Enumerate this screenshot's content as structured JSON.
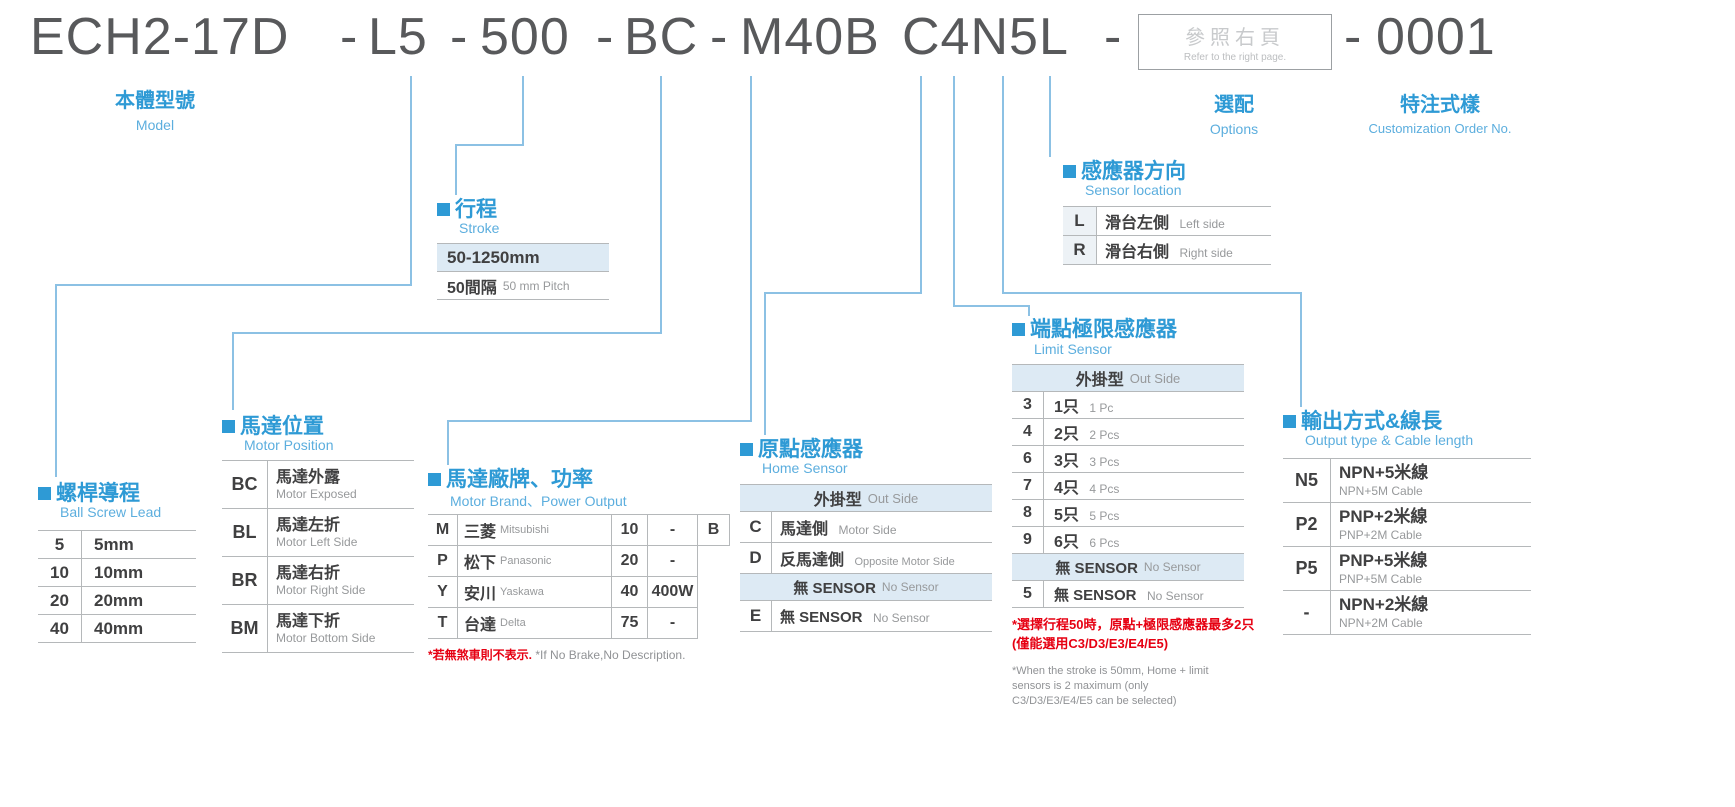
{
  "colors": {
    "accent_blue": "#2e9ad5",
    "connector_blue": "#8cc1e4",
    "header_bg": "#ddeaf4",
    "warning_red": "#e60012",
    "code_text": "#58595b"
  },
  "model_code": {
    "model": "ECH2-17D",
    "separator": "-",
    "lead_code": "L5",
    "stroke_code": "500",
    "motor_position_code": "BC",
    "motor_code": "M40B",
    "sensor_code": "C4N5L",
    "order_no": "0001",
    "options_box": {
      "zh": "參照右頁",
      "en": "Refer to the right page."
    }
  },
  "top_labels": {
    "model": {
      "zh": "本體型號",
      "en": "Model"
    },
    "options": {
      "zh": "選配",
      "en": "Options"
    },
    "custom": {
      "zh": "特注式樣",
      "en": "Customization Order No."
    }
  },
  "sections": {
    "ball_screw_lead": {
      "title_zh": "螺桿導程",
      "title_en": "Ball Screw Lead",
      "rows": [
        {
          "code": "5",
          "label": "5mm"
        },
        {
          "code": "10",
          "label": "10mm"
        },
        {
          "code": "20",
          "label": "20mm"
        },
        {
          "code": "40",
          "label": "40mm"
        }
      ]
    },
    "motor_position": {
      "title_zh": "馬達位置",
      "title_en": "Motor Position",
      "rows": [
        {
          "code": "BC",
          "zh": "馬達外露",
          "en": "Motor Exposed"
        },
        {
          "code": "BL",
          "zh": "馬達左折",
          "en": "Motor Left Side"
        },
        {
          "code": "BR",
          "zh": "馬達右折",
          "en": "Motor Right Side"
        },
        {
          "code": "BM",
          "zh": "馬達下折",
          "en": "Motor Bottom Side"
        }
      ]
    },
    "stroke": {
      "title_zh": "行程",
      "title_en": "Stroke",
      "range": "50-1250mm",
      "pitch_zh": "50間隔",
      "pitch_en": "50 mm Pitch"
    },
    "motor_brand": {
      "title_zh": "馬達廠牌、功率",
      "title_en": "Motor Brand、Power Output",
      "rows": [
        {
          "code": "M",
          "zh": "三菱",
          "en": "Mitsubishi",
          "power": "10",
          "watt": "-",
          "brake": "B"
        },
        {
          "code": "P",
          "zh": "松下",
          "en": "Panasonic",
          "power": "20",
          "watt": "-"
        },
        {
          "code": "Y",
          "zh": "安川",
          "en": "Yaskawa",
          "power": "40",
          "watt": "400W"
        },
        {
          "code": "T",
          "zh": "台達",
          "en": "Delta",
          "power": "75",
          "watt": "-"
        }
      ],
      "note_zh": "*若無煞車則不表示.",
      "note_en": "*If No Brake,No Description."
    },
    "home_sensor": {
      "title_zh": "原點感應器",
      "title_en": "Home Sensor",
      "group_out_zh": "外掛型",
      "group_out_en": "Out Side",
      "rows": [
        {
          "code": "C",
          "zh": "馬達側",
          "en": "Motor Side"
        },
        {
          "code": "D",
          "zh": "反馬達側",
          "en": "Opposite Motor Side"
        }
      ],
      "group_none_zh": "無 SENSOR",
      "group_none_en": "No Sensor",
      "none_row": {
        "code": "E",
        "zh": "無 SENSOR",
        "en": "No Sensor"
      }
    },
    "limit_sensor": {
      "title_zh": "端點極限感應器",
      "title_en": "Limit Sensor",
      "group_out_zh": "外掛型",
      "group_out_en": "Out Side",
      "rows": [
        {
          "code": "3",
          "zh": "1只",
          "en": "1 Pc"
        },
        {
          "code": "4",
          "zh": "2只",
          "en": "2 Pcs"
        },
        {
          "code": "6",
          "zh": "3只",
          "en": "3 Pcs"
        },
        {
          "code": "7",
          "zh": "4只",
          "en": "4 Pcs"
        },
        {
          "code": "8",
          "zh": "5只",
          "en": "5 Pcs"
        },
        {
          "code": "9",
          "zh": "6只",
          "en": "6 Pcs"
        }
      ],
      "group_none_zh": "無 SENSOR",
      "group_none_en": "No Sensor",
      "none_row": {
        "code": "5",
        "zh": "無 SENSOR",
        "en": "No Sensor"
      },
      "note_red": "*選擇行程50時，原點+極限感應器最多2只 (僅能選用C3/D3/E3/E4/E5)",
      "note_gray": "*When the stroke is 50mm, Home + limit sensors is 2 maximum (only C3/D3/E3/E4/E5 can be selected)"
    },
    "sensor_location": {
      "title_zh": "感應器方向",
      "title_en": "Sensor location",
      "rows": [
        {
          "code": "L",
          "zh": "滑台左側",
          "en": "Left side"
        },
        {
          "code": "R",
          "zh": "滑台右側",
          "en": "Right side"
        }
      ]
    },
    "output_type": {
      "title_zh": "輸出方式&線長",
      "title_en": "Output type & Cable length",
      "rows": [
        {
          "code": "N5",
          "zh": "NPN+5米線",
          "en": "NPN+5M Cable"
        },
        {
          "code": "P2",
          "zh": "PNP+2米線",
          "en": "PNP+2M Cable"
        },
        {
          "code": "P5",
          "zh": "PNP+5米線",
          "en": "PNP+5M Cable"
        },
        {
          "code": "-",
          "zh": "NPN+2米線",
          "en": "NPN+2M Cable"
        }
      ]
    }
  }
}
